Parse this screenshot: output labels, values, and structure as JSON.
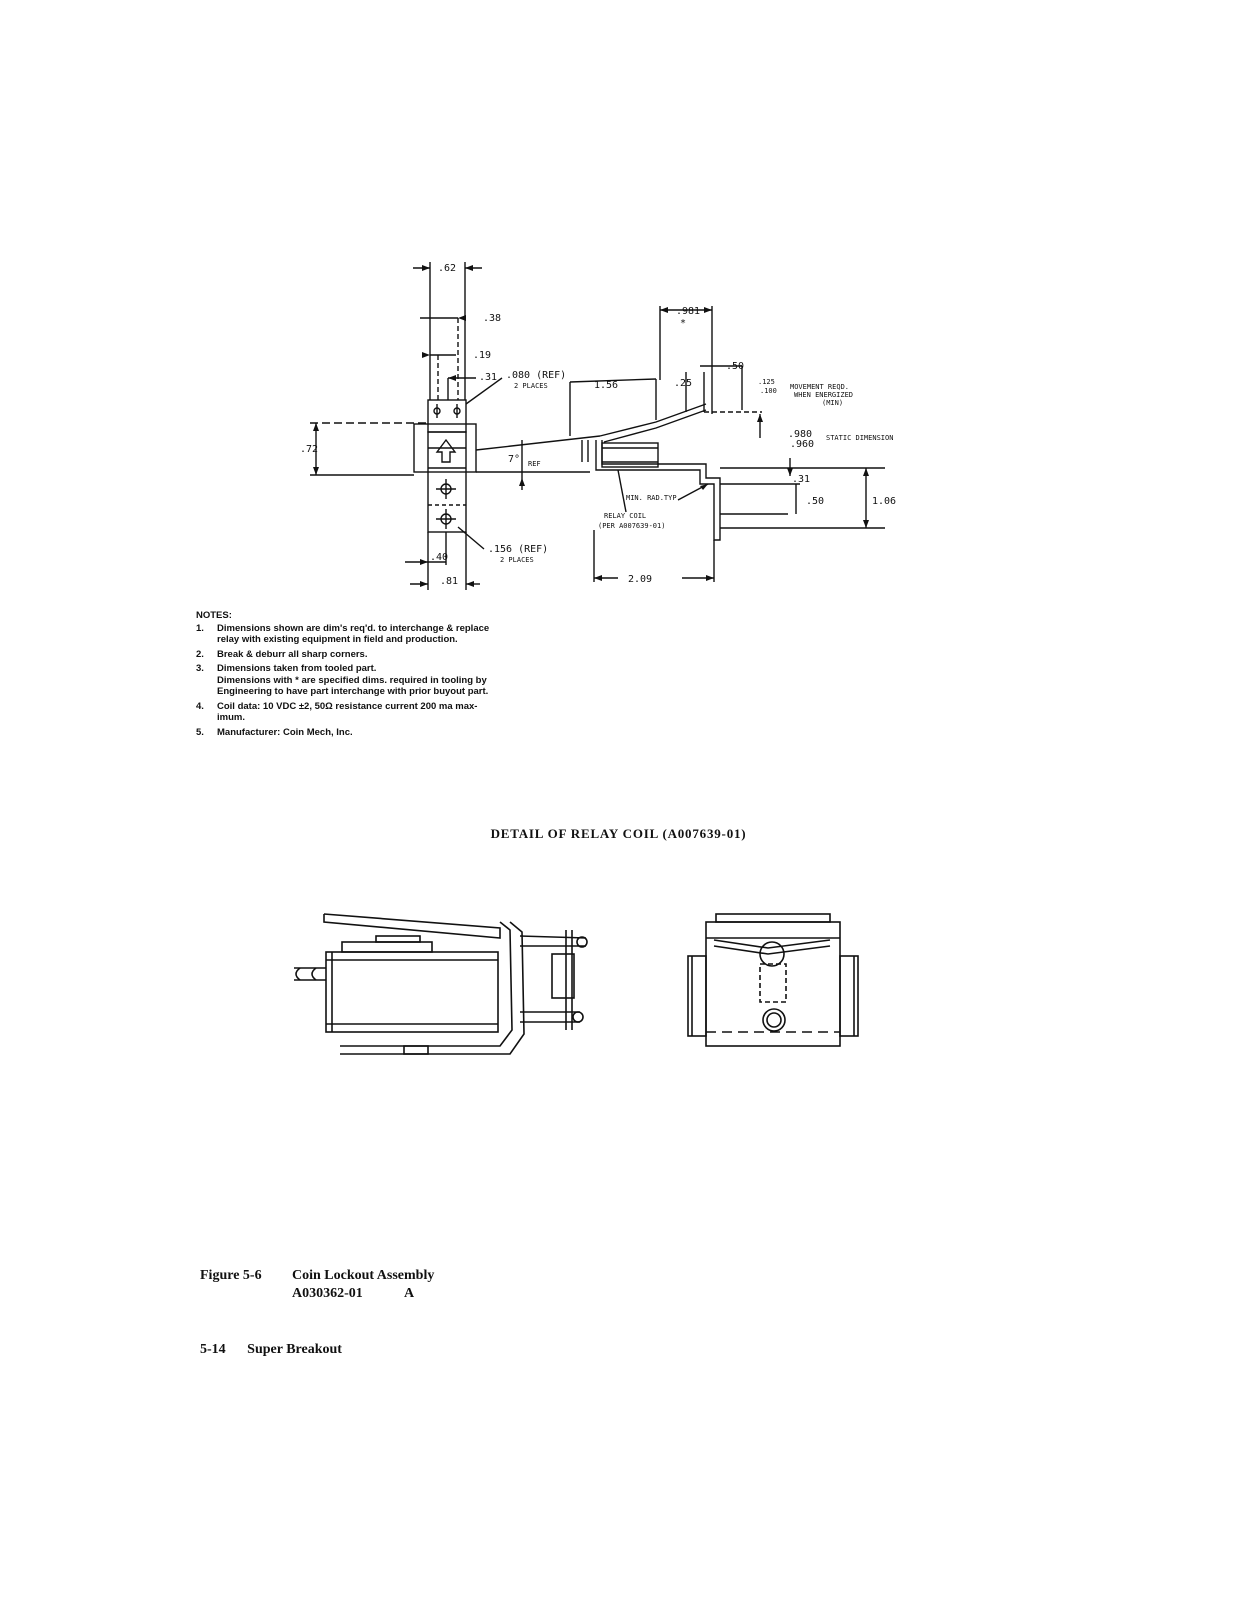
{
  "drawing": {
    "dims_left": {
      "d62": ".62",
      "d38": ".38",
      "d19": ".19",
      "d31": ".31",
      "d72": ".72",
      "d40": ".40",
      "d81": ".81",
      "d080": ".080 (REF)",
      "d080_places": "2 PLACES",
      "d156": ".156 (REF)",
      "d156_places": "2 PLACES",
      "d7": "7°",
      "d7_ref": "REF"
    },
    "dims_right": {
      "d981": ".981",
      "star": "*",
      "d156b": "1.56",
      "d25": ".25",
      "d50a": ".50",
      "d125": ".125",
      "d100": ".100",
      "movement": "MOVEMENT REQD.",
      "energized": "WHEN ENERGIZED",
      "min": "(MIN)",
      "d980": ".980",
      "d960": ".960",
      "static": "STATIC DIMENSION",
      "d31b": ".31",
      "d50b": ".50",
      "d106": "1.06",
      "d209": "2.09",
      "minrad": "MIN. RAD.TYP.",
      "relaycoil": "RELAY COIL",
      "per": "(PER A007639-01)"
    }
  },
  "notes": {
    "heading": "NOTES:",
    "items": [
      {
        "num": "1.",
        "text": "Dimensions shown are dim's req'd. to interchange & replace\nrelay with existing equipment in field and production."
      },
      {
        "num": "2.",
        "text": "Break & deburr all sharp corners."
      },
      {
        "num": "3.",
        "text": "Dimensions taken from tooled part.\nDimensions with * are specified dims. required in tooling by\nEngineering to have part interchange with prior buyout part."
      },
      {
        "num": "4.",
        "text": "Coil data: 10 VDC ±2, 50Ω resistance current 200 ma max-\nimum."
      },
      {
        "num": "5.",
        "text": "Manufacturer: Coin Mech, Inc."
      }
    ]
  },
  "detail_title": "DETAIL OF RELAY COIL (A007639-01)",
  "caption": {
    "label": "Figure 5-6",
    "name": "Coin Lockout Assembly",
    "part_number": "A030362-01",
    "revision": "A"
  },
  "footer": {
    "page": "5-14",
    "title": "Super Breakout"
  }
}
